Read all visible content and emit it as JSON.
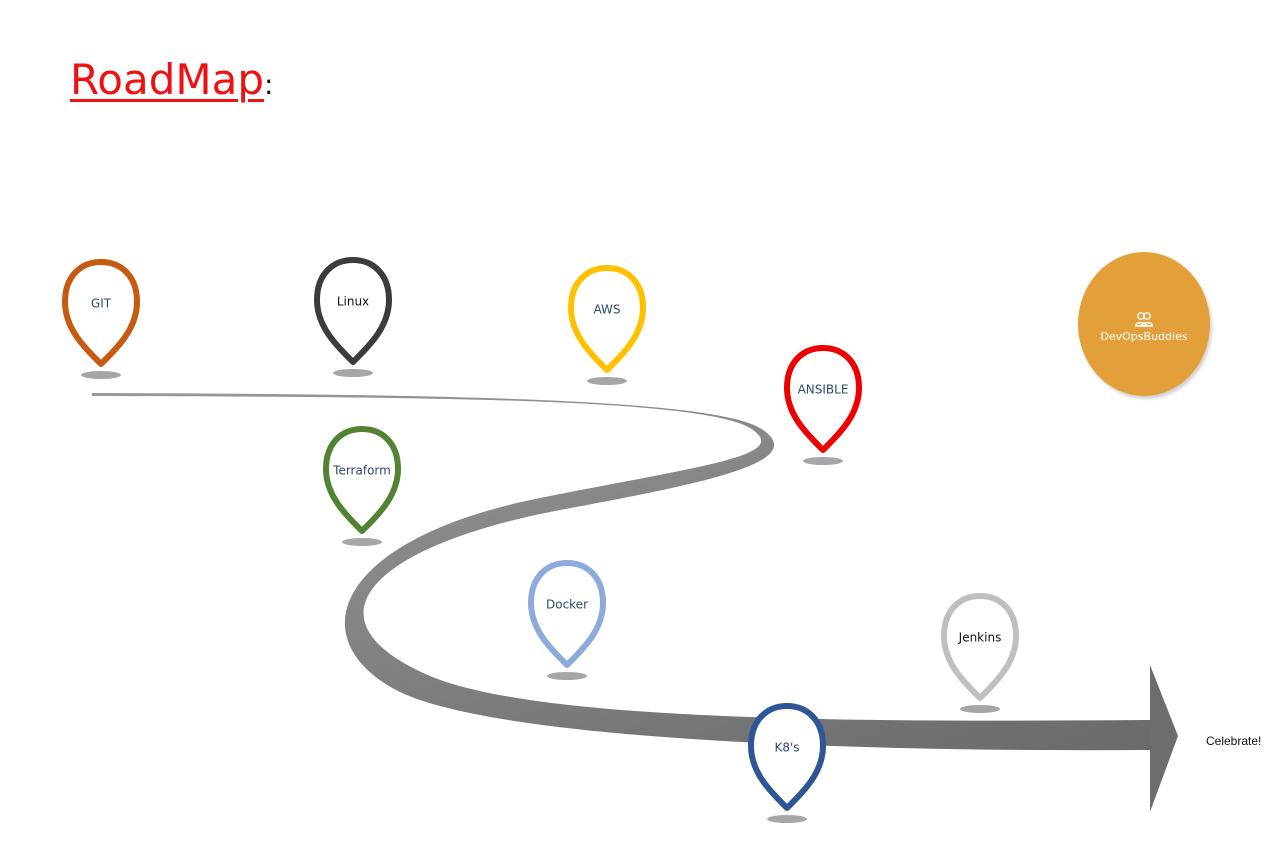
{
  "title": {
    "text": "RoadMap",
    "suffix": ":"
  },
  "milestones": [
    {
      "label": "GIT",
      "color": "#c55a11",
      "text_color": "#2e4a73"
    },
    {
      "label": "Linux",
      "color": "#3c3c3c",
      "text_color": "#111111"
    },
    {
      "label": "AWS",
      "color": "#ffc000",
      "text_color": "#2e4a73"
    },
    {
      "label": "ANSIBLE",
      "color": "#ee0000",
      "text_color": "#2e4a73"
    },
    {
      "label": "Terraform",
      "color": "#548235",
      "text_color": "#2e4a73"
    },
    {
      "label": "Docker",
      "color": "#8eaadb",
      "text_color": "#2e4a73"
    },
    {
      "label": "K8's",
      "color": "#2f5597",
      "text_color": "#2e4a73"
    },
    {
      "label": "Jenkins",
      "color": "#bfbfbf",
      "text_color": "#111111"
    }
  ],
  "finish": {
    "label": "Celebrate!"
  },
  "badge": {
    "name": "DevOpsBuddies",
    "icon": "people-icon",
    "color": "#e3a03a"
  },
  "road": {
    "color": "#7f7f7f"
  }
}
